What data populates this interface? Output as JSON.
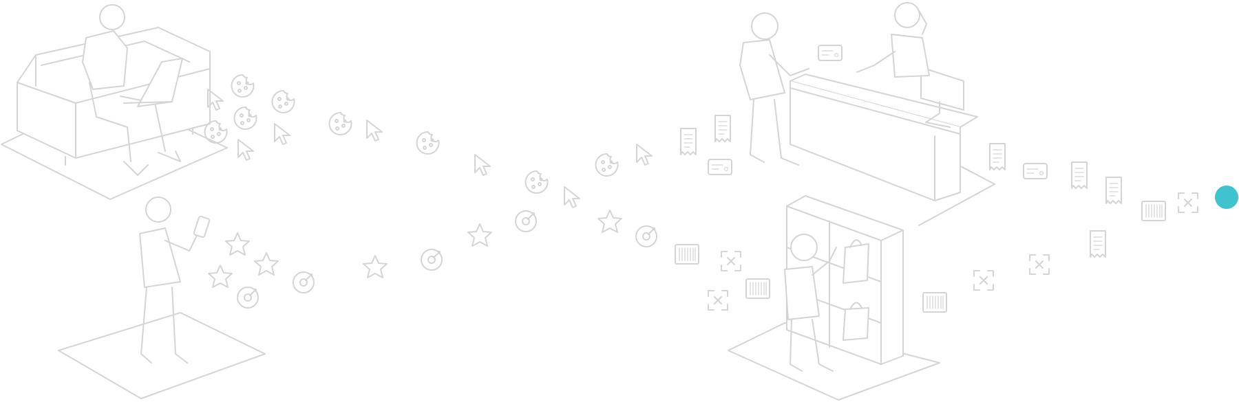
{
  "colors": {
    "line": "#d4d4d4",
    "background": "#ffffff",
    "accent": "#3ec3cf"
  },
  "scenes": [
    {
      "name": "person-on-sofa-with-laptop",
      "icons": [
        "cookie-icon",
        "cursor-icon"
      ]
    },
    {
      "name": "person-with-phone",
      "icons": [
        "star-icon",
        "target-icon"
      ]
    },
    {
      "name": "cashier-counter",
      "icons": [
        "receipt-icon",
        "credit-card-icon"
      ]
    },
    {
      "name": "person-at-shelf",
      "icons": [
        "barcode-icon",
        "scan-frame-icon"
      ]
    }
  ],
  "end_marker": {
    "name": "teal-dot"
  }
}
